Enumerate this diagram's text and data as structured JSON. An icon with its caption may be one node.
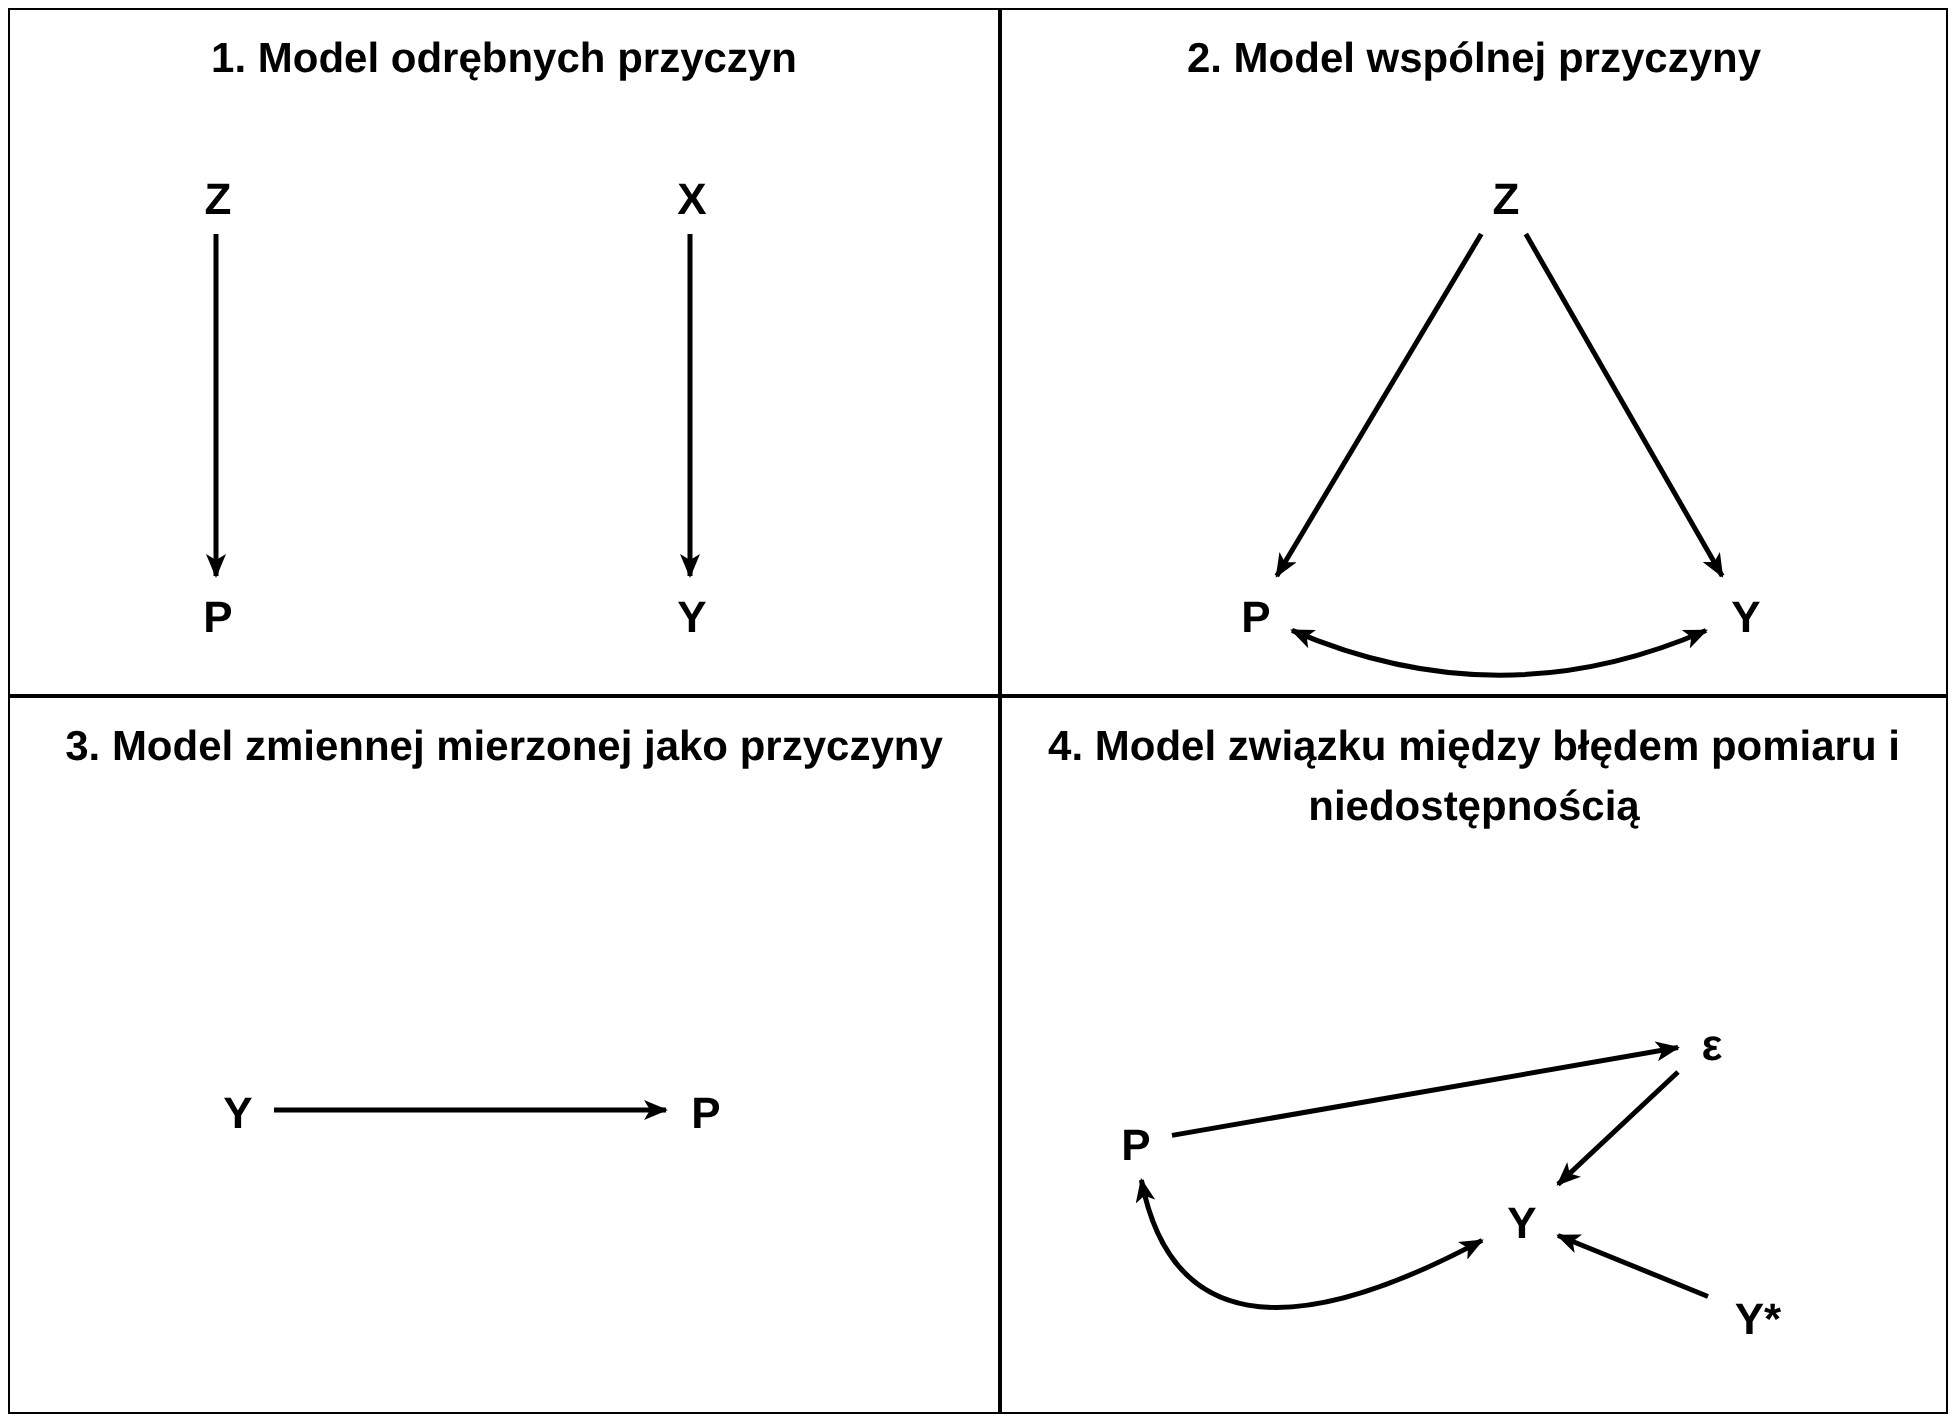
{
  "diagram": {
    "nodes": [
      {
        "text": [
          "1. Model odrębnych przyczyn"
        ]
      },
      {
        "text": [
          "Z"
        ],
        "in": 0
      },
      {
        "text": [
          "X"
        ],
        "in": 0
      },
      {
        "text": [
          "P"
        ],
        "in": 0
      },
      {
        "text": [
          "Y"
        ],
        "in": 0
      },
      {
        "text": [
          "2. Model wspólnej przyczyny"
        ]
      },
      {
        "text": [
          "Z"
        ],
        "in": 5
      },
      {
        "text": [
          "P"
        ],
        "in": 5
      },
      {
        "text": [
          "Y"
        ],
        "in": 5
      },
      {
        "text": [
          "3. Model zmiennej mierzonej jako przyczyny"
        ]
      },
      {
        "text": [
          "Y"
        ],
        "in": 9
      },
      {
        "text": [
          "P"
        ],
        "in": 9
      },
      {
        "text": [
          "4. Model związku między błędem pomiaru i niedostępnością"
        ]
      },
      {
        "text": [
          "ε"
        ],
        "in": 12
      },
      {
        "text": [
          "P"
        ],
        "in": 12
      },
      {
        "text": [
          "Y"
        ],
        "in": 12
      },
      {
        "text": [
          "Y*"
        ],
        "in": 12
      }
    ],
    "edges": [
      {
        "from": 1,
        "to": 3,
        "arrow": "to"
      },
      {
        "from": 2,
        "to": 4,
        "arrow": "to"
      },
      {
        "from": 6,
        "to": 7,
        "arrow": "to"
      },
      {
        "from": 6,
        "to": 8,
        "arrow": "to"
      },
      {
        "from": 7,
        "to": 8,
        "arrow": "both"
      },
      {
        "from": 10,
        "to": 11,
        "arrow": "to"
      },
      {
        "from": 14,
        "to": 13,
        "arrow": "to"
      },
      {
        "from": 13,
        "to": 15,
        "arrow": "to"
      },
      {
        "from": 16,
        "to": 15,
        "arrow": "to"
      },
      {
        "from": 14,
        "to": 15,
        "arrow": "both"
      }
    ]
  }
}
